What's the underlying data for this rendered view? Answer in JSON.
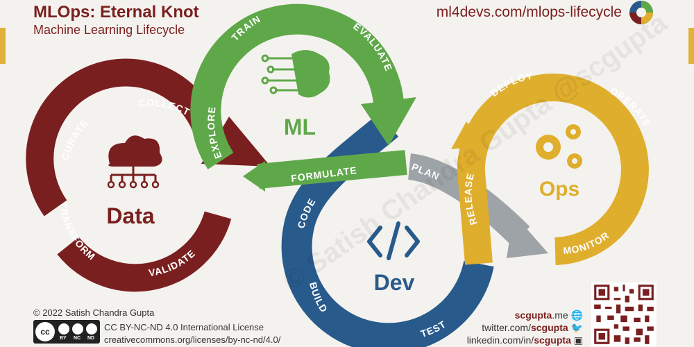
{
  "header": {
    "title": "MLOps: Eternal Knot",
    "subtitle": "Machine Learning Lifecycle",
    "url": "ml4devs.com/mlops-lifecycle"
  },
  "watermark": "© Satish Chandra Gupta @scgupta",
  "colors": {
    "data": "#7a1f1f",
    "ml": "#5fa84a",
    "dev": "#285a8c",
    "ops": "#dfae2d",
    "plan": "#9ea3a8",
    "title": "#7a1f1f"
  },
  "hubs": {
    "data": {
      "label": "Data",
      "icon": "cloud-network-icon"
    },
    "ml": {
      "label": "ML",
      "icon": "brain-circuit-icon"
    },
    "dev": {
      "label": "Dev",
      "icon": "code-brackets-icon"
    },
    "ops": {
      "label": "Ops",
      "icon": "gears-icon"
    }
  },
  "stages": {
    "collect": "COLLECT",
    "curate": "CURATE",
    "transform": "TRANSFORM",
    "validate": "VALIDATE",
    "explore": "EXPLORE",
    "train": "TRAIN",
    "evaluate": "EVALUATE",
    "formulate": "FORMULATE",
    "plan": "PLAN",
    "code": "CODE",
    "build": "BUILD",
    "test": "TEST",
    "release": "RELEASE",
    "deploy": "DEPLOY",
    "operate": "OPERATE",
    "monitor": "MONITOR"
  },
  "footer": {
    "copyright": "© 2022 Satish Chandra Gupta",
    "license": "CC BY-NC-ND 4.0 International License",
    "license_url": "creativecommons.org/licenses/by-nc-nd/4.0/",
    "cc_badge": {
      "cc": "cc",
      "by": "BY",
      "nc": "NC",
      "nd": "ND"
    },
    "contacts": [
      {
        "prefix": "",
        "bold": "scgupta",
        "suffix": ".me",
        "icon": "globe-icon"
      },
      {
        "prefix": "twitter.com/",
        "bold": "scgupta",
        "suffix": "",
        "icon": "twitter-icon"
      },
      {
        "prefix": "linkedin.com/in/",
        "bold": "scgupta",
        "suffix": "",
        "icon": "linkedin-icon"
      }
    ],
    "qr_icon": "qr-code-icon"
  }
}
